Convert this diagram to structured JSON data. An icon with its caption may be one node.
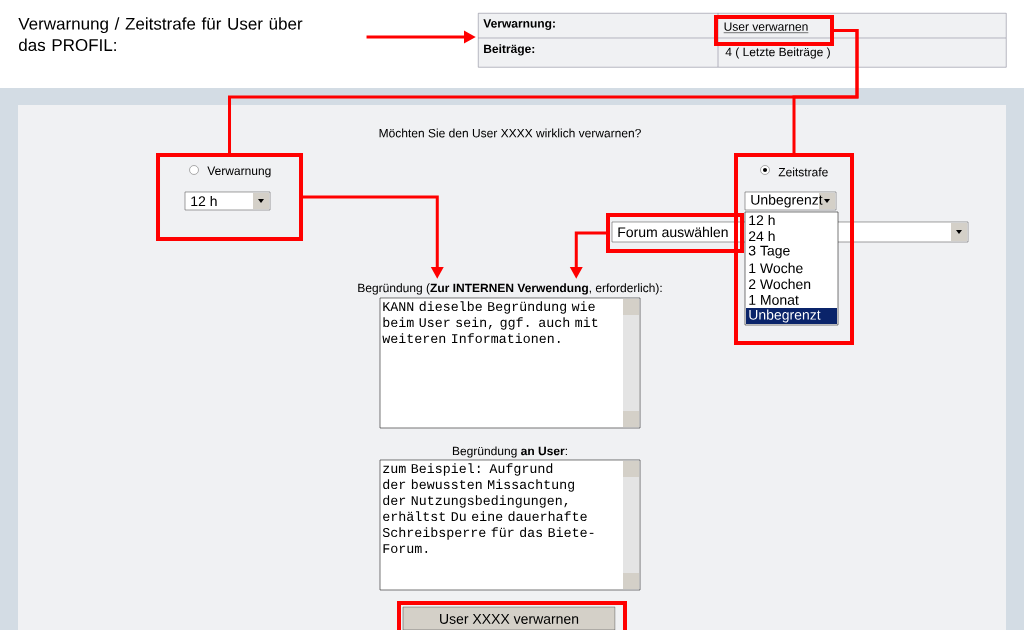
{
  "diagram": {
    "nodes": [
      {
        "text": [
          "Verwarnung / Zeitstrafe für User über das PROFIL:"
        ]
      },
      {
        "text": [],
        "shape": "box"
      },
      {
        "text": [
          "Verwarnung:"
        ],
        "in": 1
      },
      {
        "text": [
          "User verwarnen"
        ],
        "in": 1
      },
      {
        "text": [
          "Beiträge:"
        ],
        "in": 1
      },
      {
        "text": [
          "4 ( Letzte Beiträge )"
        ],
        "in": 1
      },
      {
        "text": [
          "Verwarnung",
          "12 h"
        ]
      },
      {
        "text": [
          "Zeitstrafe",
          "Unbegrenzt",
          "12 h",
          "24 h",
          "3 Tage",
          "1 Woche",
          "2 Wochen",
          "1 Monat",
          "Unbegrenzt"
        ]
      },
      {
        "text": [
          "Forum auswählen"
        ]
      },
      {
        "text": [
          "Begründung (**Zur INTERNEN Verwendung**, erforderlich):",
          "KANN dieselbe Begründung wie beim User sein, ggf. auch mit weiteren Informationen."
        ]
      },
      {
        "text": [
          "Begründung **an User**:",
          "zum Beispiel: Aufgrund der bewussten Missachtung der Nutzungsbedingungen, erhältst Du eine dauerhafte Schreibsperre für das Biete-Forum."
        ]
      },
      {
        "text": [
          "User XXXX verwarnen"
        ]
      }
    ],
    "edges": [
      {
        "from": 0,
        "to": 1,
        "arrow": "to"
      },
      {
        "from": 3,
        "to": 6,
        "arrow": "none"
      },
      {
        "from": 3,
        "to": 7,
        "arrow": "none"
      },
      {
        "from": 6,
        "to": 9,
        "arrow": "to"
      },
      {
        "from": 8,
        "to": 9,
        "arrow": "to"
      }
    ],
    "labels": [
      "Möchten Sie den User XXXX wirklich verwarnen?"
    ]
  }
}
